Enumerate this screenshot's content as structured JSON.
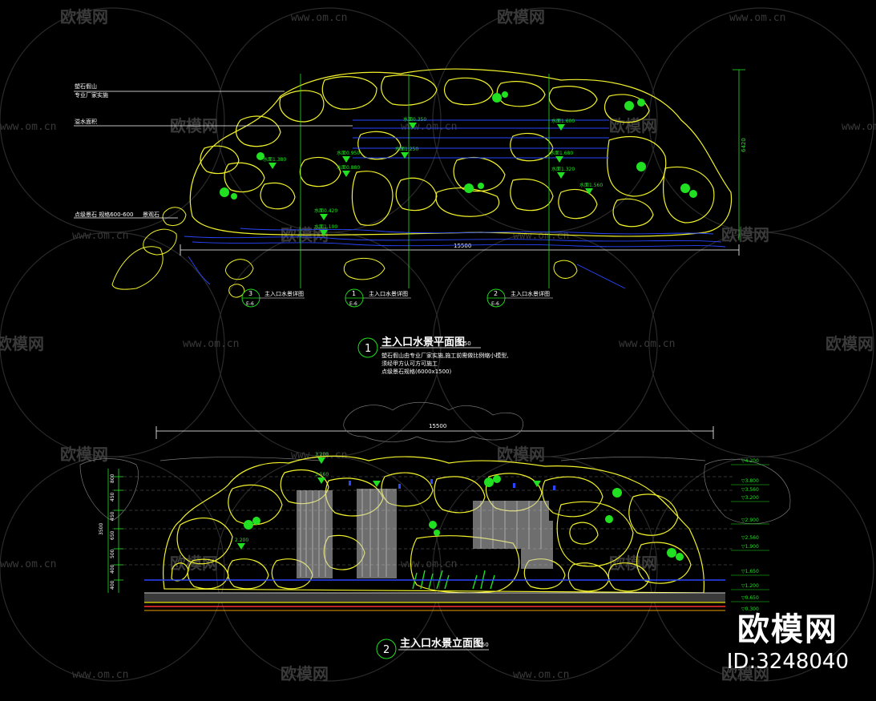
{
  "watermark": {
    "brand": "欧模网",
    "url": "www.om.cn"
  },
  "plan": {
    "title": "主入口水景平面图",
    "number": "1",
    "scale": "1:50",
    "leader_labels": [
      "塑石假山",
      "专业厂家实施",
      "溢水面积",
      "点级景石 规格600-600",
      "景观石"
    ],
    "width_dim": "15500",
    "height_dim": "6420",
    "notes": [
      "塑石假山由专业厂家实施,施工前需做比例缩小模型,",
      "须经甲方认可方可施工",
      "点级景石规格(6000x1500)"
    ],
    "section_refs": [
      {
        "num": "3",
        "sheet": "E-6",
        "label": "主入口水景详图"
      },
      {
        "num": "1",
        "sheet": "E-6",
        "label": "主入口水景详图"
      },
      {
        "num": "2",
        "sheet": "E-6",
        "label": "主入口水景详图"
      }
    ],
    "levels": [
      "水面0.350",
      "水面1.600",
      "水面1.380",
      "水面0.950",
      "水面1.250",
      "水面1.680",
      "水面0.880",
      "水面1.560",
      "水面1.320",
      "水面0.420",
      "水面1.100"
    ]
  },
  "elevation": {
    "title": "主入口水景立面图",
    "number": "2",
    "scale": "1:50",
    "width_dim": "15500",
    "vertical_dims": [
      "800",
      "450",
      "450",
      "650",
      "500",
      "400",
      "400"
    ],
    "total_height": "3500",
    "right_levels": [
      "▽4.200",
      "▽3.800",
      "▽3.560",
      "▽3.200",
      "▽2.900",
      "▽2.560",
      "▽1.900",
      "▽1.650",
      "▽1.200",
      "▽0.650",
      "▽0.300"
    ],
    "spot_levels": [
      "3.200",
      "3.560",
      "2.200"
    ]
  },
  "brand_block": {
    "name": "欧模网",
    "id": "ID:3248040"
  },
  "colors": {
    "background": "#000000",
    "rock": "#f2f22a",
    "dim": "#21e021",
    "water": "#2a46ff",
    "text": "#ffffff"
  }
}
